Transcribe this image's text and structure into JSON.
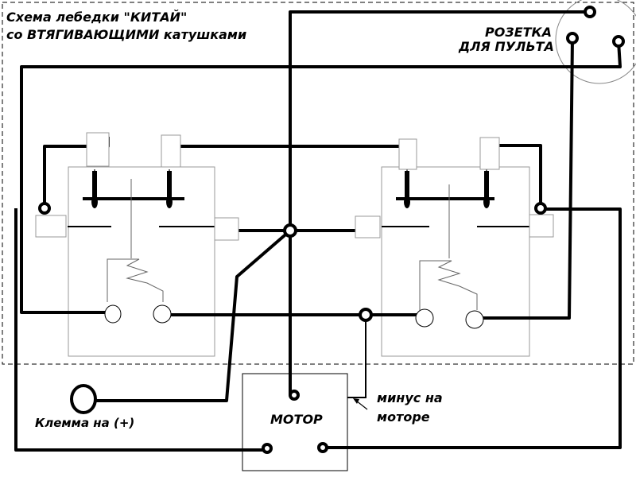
{
  "title": {
    "line1": "Схема лебедки \"КИТАЙ\"",
    "line2": "со ВТЯГИВАЮЩИМИ катушками"
  },
  "socket": {
    "line1": "РОЗЕТКА",
    "line2": "ДЛЯ ПУЛЬТА"
  },
  "motor": {
    "label": "МОТОР"
  },
  "plus_terminal": {
    "label": "Клемма на (+)"
  },
  "motor_minus": {
    "line1": "минус на",
    "line2": "моторе"
  }
}
